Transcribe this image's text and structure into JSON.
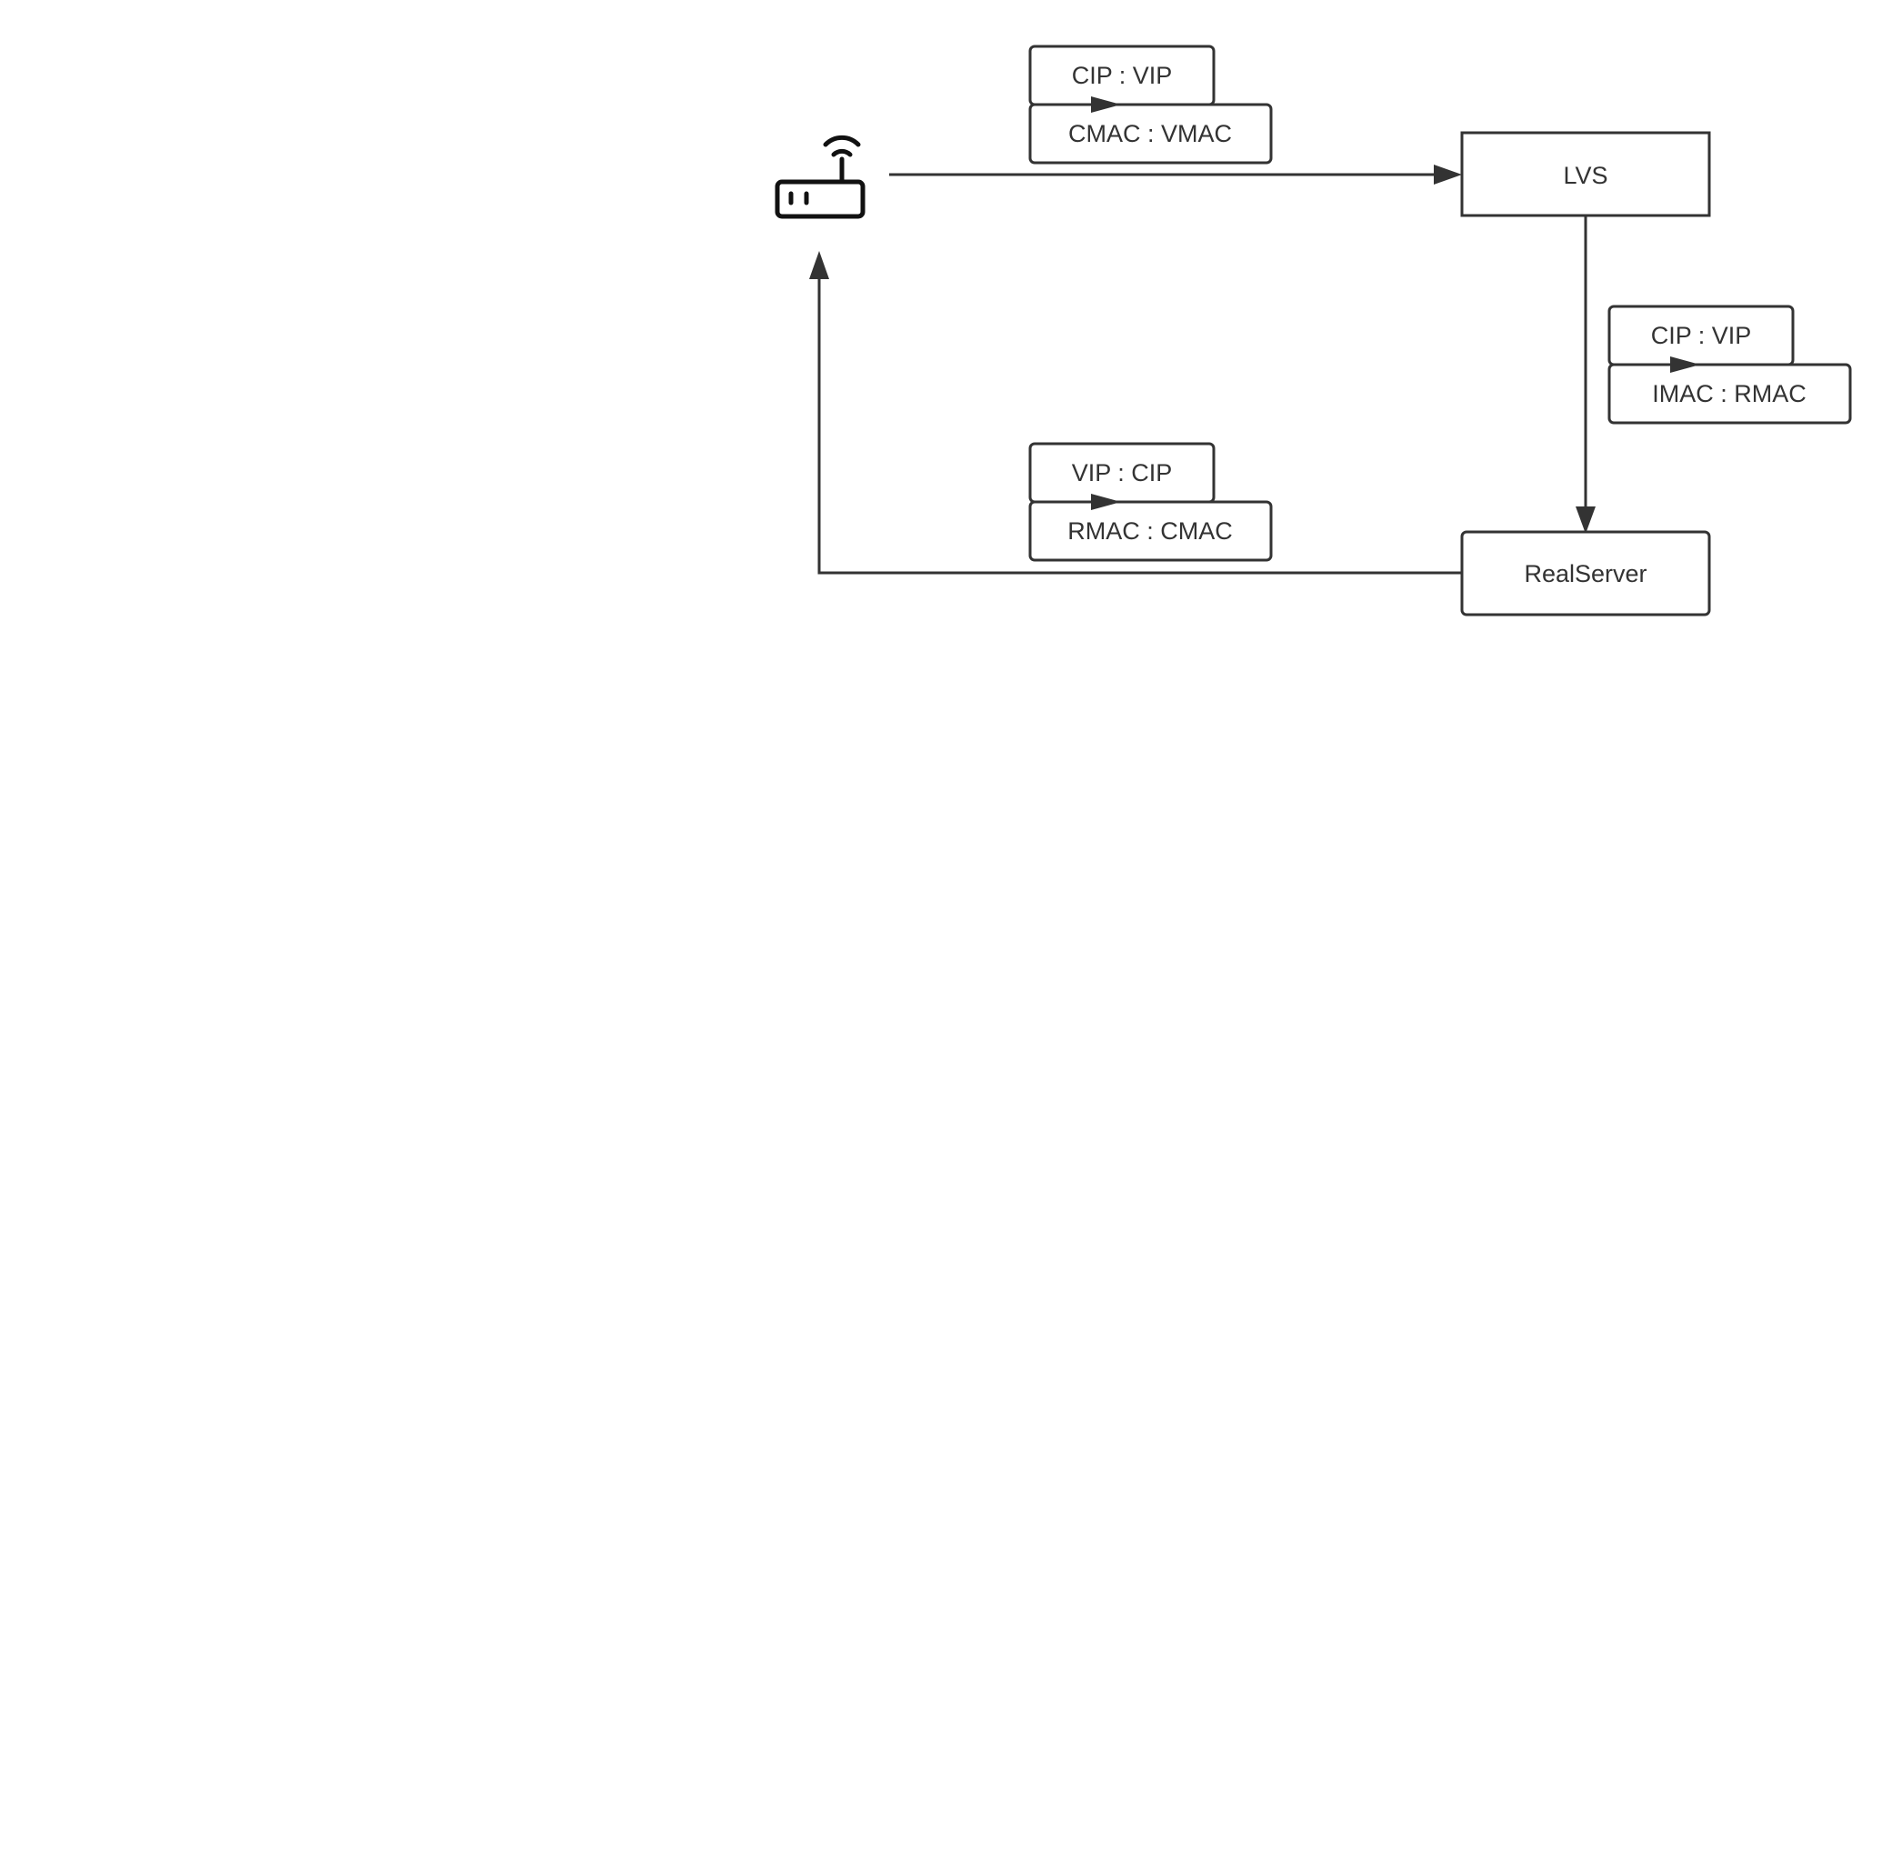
{
  "nodes": {
    "lvs": "LVS",
    "realserver": "RealServer"
  },
  "packets": {
    "client_to_lvs": {
      "ip": "CIP : VIP",
      "mac": "CMAC : VMAC"
    },
    "lvs_to_realserver": {
      "ip": "CIP : VIP",
      "mac": "IMAC : RMAC"
    },
    "realserver_to_client": {
      "ip": "VIP : CIP",
      "mac": "RMAC : CMAC"
    }
  },
  "icons": {
    "client": "router-icon"
  },
  "colors": {
    "stroke": "#333333",
    "background": "#ffffff"
  }
}
